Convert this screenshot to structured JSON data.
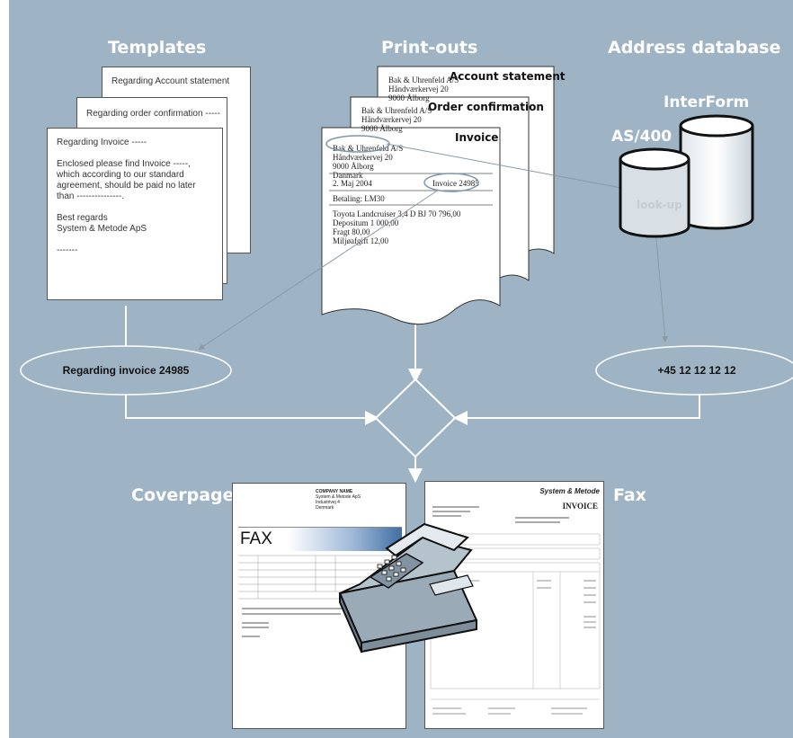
{
  "headers": {
    "templates": "Templates",
    "printouts": "Print-outs",
    "address_db": "Address database",
    "interform": "InterForm",
    "as400": "AS/400",
    "lookup": "look-up",
    "coverpage": "Coverpage",
    "fax": "Fax"
  },
  "templates": {
    "account": "Regarding Account statement",
    "order": "Regarding order confirmation -----",
    "invoice_lines": [
      "Regarding  Invoice -----",
      "",
      "Enclosed please find Invoice -----,",
      "which according to our standard",
      "agreement, should be paid no later",
      "than ---------------.",
      "",
      "Best regards",
      "System & Metode ApS",
      "",
      "-------"
    ]
  },
  "printouts": {
    "account_title": "Account statement",
    "order_title": "Order confirmation",
    "invoice_title": "Invoice",
    "address_lines": [
      "Bak & Uhrenfeld A/S",
      "Håndværkervej 20",
      "9000 Ålborg"
    ],
    "invoice_address_lines": [
      "Bak & Uhrenfeld A/S",
      "Håndværkervej 20",
      "9000 Ålborg",
      "Danmark"
    ],
    "date": "2. Maj 2004",
    "invoice_no": "Invoice 24985",
    "payment": "Betaling: LM30",
    "item_lines": [
      "Toyota Landcruiser 3,4 D BJ 70    796,00",
      "Depositum   1 000,00",
      "Fragt   80,00",
      "Miljøafgift   12,00"
    ]
  },
  "ellipses": {
    "regarding": "Regarding invoice 24985",
    "phone": "+45 12 12 12 12"
  },
  "cover": {
    "fax_title": "FAX",
    "company_lines": [
      "COMPANY NAME",
      "System & Metode ApS",
      "Industrivej 4",
      "Denmark"
    ]
  },
  "faxdoc": {
    "logo": "System & Metode",
    "title": "INVOICE"
  },
  "colors": {
    "background": "#9eb3c4",
    "arrow": "#ffffff",
    "lookup_arrow": "#8a9aa6",
    "fax_bar": "#3f6fa3"
  }
}
